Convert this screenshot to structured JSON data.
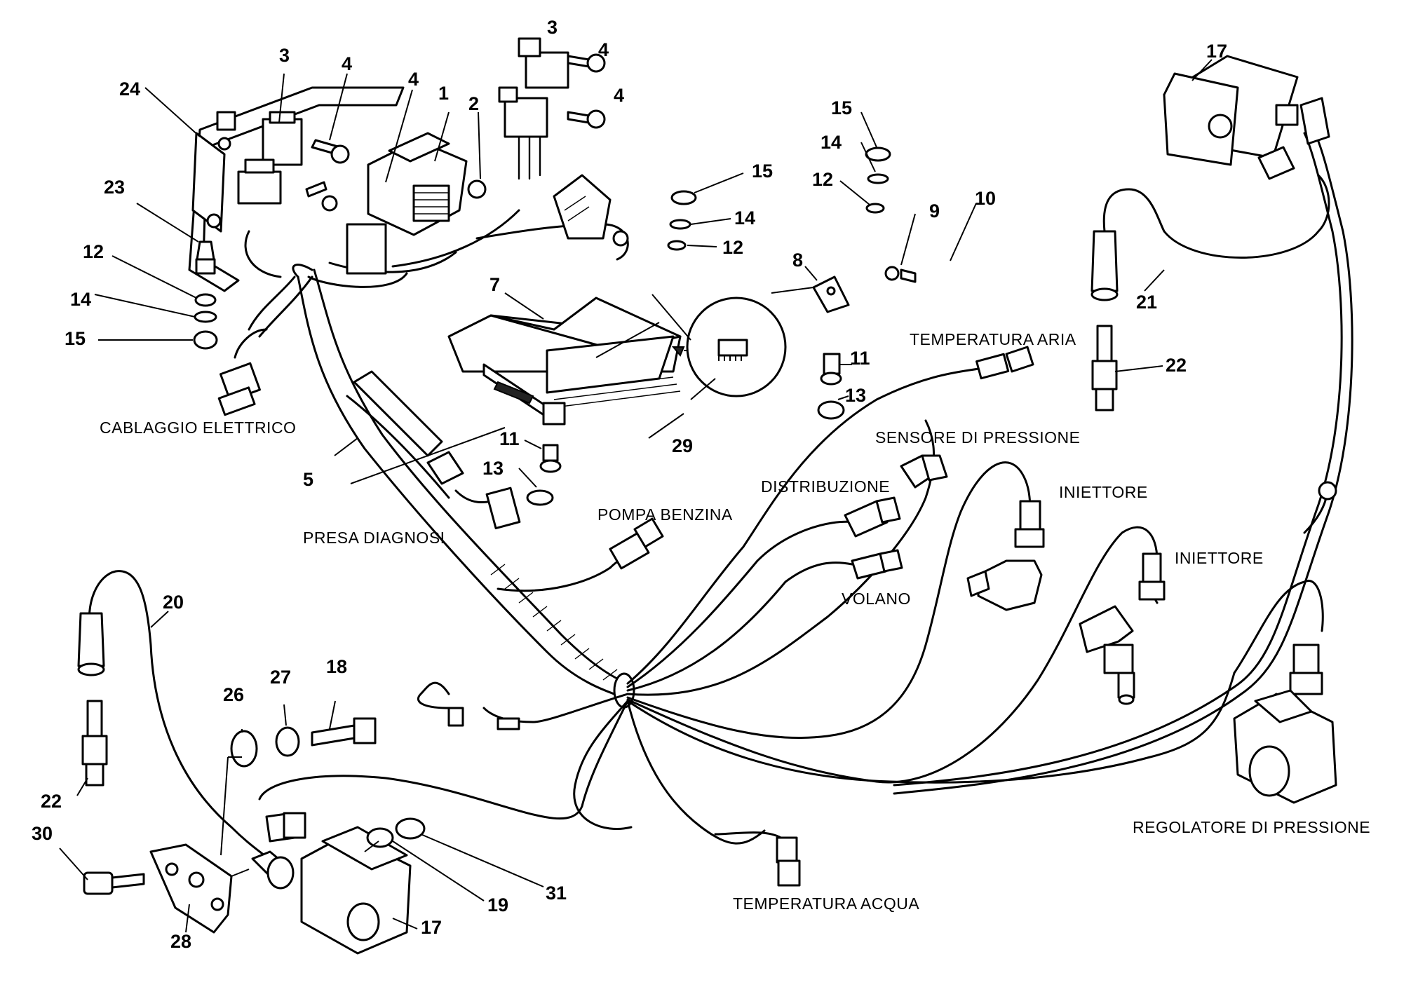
{
  "labels": {
    "cablaggio": "CABLAGGIO ELETTRICO",
    "presa_diagnosi": "PRESA DIAGNOSI",
    "pompa_benzina": "POMPA BENZINA",
    "temperatura_aria": "TEMPERATURA ARIA",
    "sensore_pressione": "SENSORE DI PRESSIONE",
    "distribuzione": "DISTRIBUZIONE",
    "iniettore_1": "INIETTORE",
    "iniettore_2": "INIETTORE",
    "volano": "VOLANO",
    "regolatore": "REGOLATORE DI PRESSIONE",
    "temperatura_acqua": "TEMPERATURA ACQUA"
  },
  "callouts": {
    "c1": "1",
    "c2": "2",
    "c3a": "3",
    "c3b": "3",
    "c4a": "4",
    "c4b": "4",
    "c4c": "4",
    "c4d": "4",
    "c24": "24",
    "c23": "23",
    "c12a": "12",
    "c14a": "14",
    "c15a": "15",
    "c5": "5",
    "c7": "7",
    "c11a": "11",
    "c13a": "13",
    "c29": "29",
    "c15b": "15",
    "c14b": "14",
    "c12b": "12",
    "c15c": "15",
    "c14c": "14",
    "c12c": "12",
    "c8": "8",
    "c9": "9",
    "c10": "10",
    "c11b": "11",
    "c13b": "13",
    "c17a": "17",
    "c21": "21",
    "c22a": "22",
    "c20": "20",
    "c22b": "22",
    "c26": "26",
    "c27": "27",
    "c18": "18",
    "c30": "30",
    "c28": "28",
    "c17b": "17",
    "c19": "19",
    "c31": "31"
  }
}
